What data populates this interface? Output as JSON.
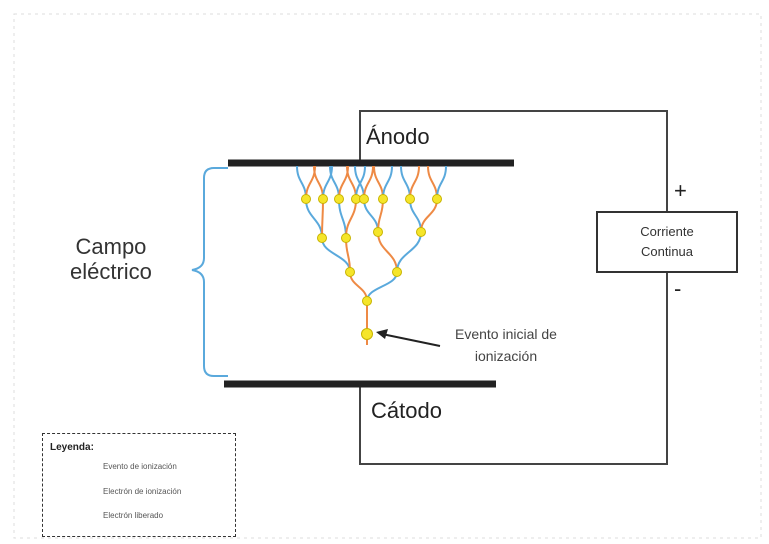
{
  "labels": {
    "anode": "Ánodo",
    "cathode": "Cátodo",
    "field_line1": "Campo",
    "field_line2": "eléctrico",
    "initial_event_line1": "Evento inicial de",
    "initial_event_line2": "ionización",
    "plus": "+",
    "minus": "-"
  },
  "power_supply": {
    "line1": "Corriente",
    "line2": "Continua"
  },
  "legend": {
    "title": "Leyenda:",
    "items": [
      {
        "label": "Evento de ionización",
        "symbol": "dot-icon",
        "color": "#f5e52a"
      },
      {
        "label": "Electrón de ionización",
        "symbol": "line-icon",
        "color": "#5aa9dc"
      },
      {
        "label": "Electrón liberado",
        "symbol": "line-icon",
        "color": "#ee8a45"
      }
    ]
  },
  "colors": {
    "ionization_event": "#f5e52a",
    "ionization_electron": "#5aa9dc",
    "released_electron": "#ee8a45",
    "electrode": "#222222",
    "field_brace": "#5aa9dc"
  }
}
